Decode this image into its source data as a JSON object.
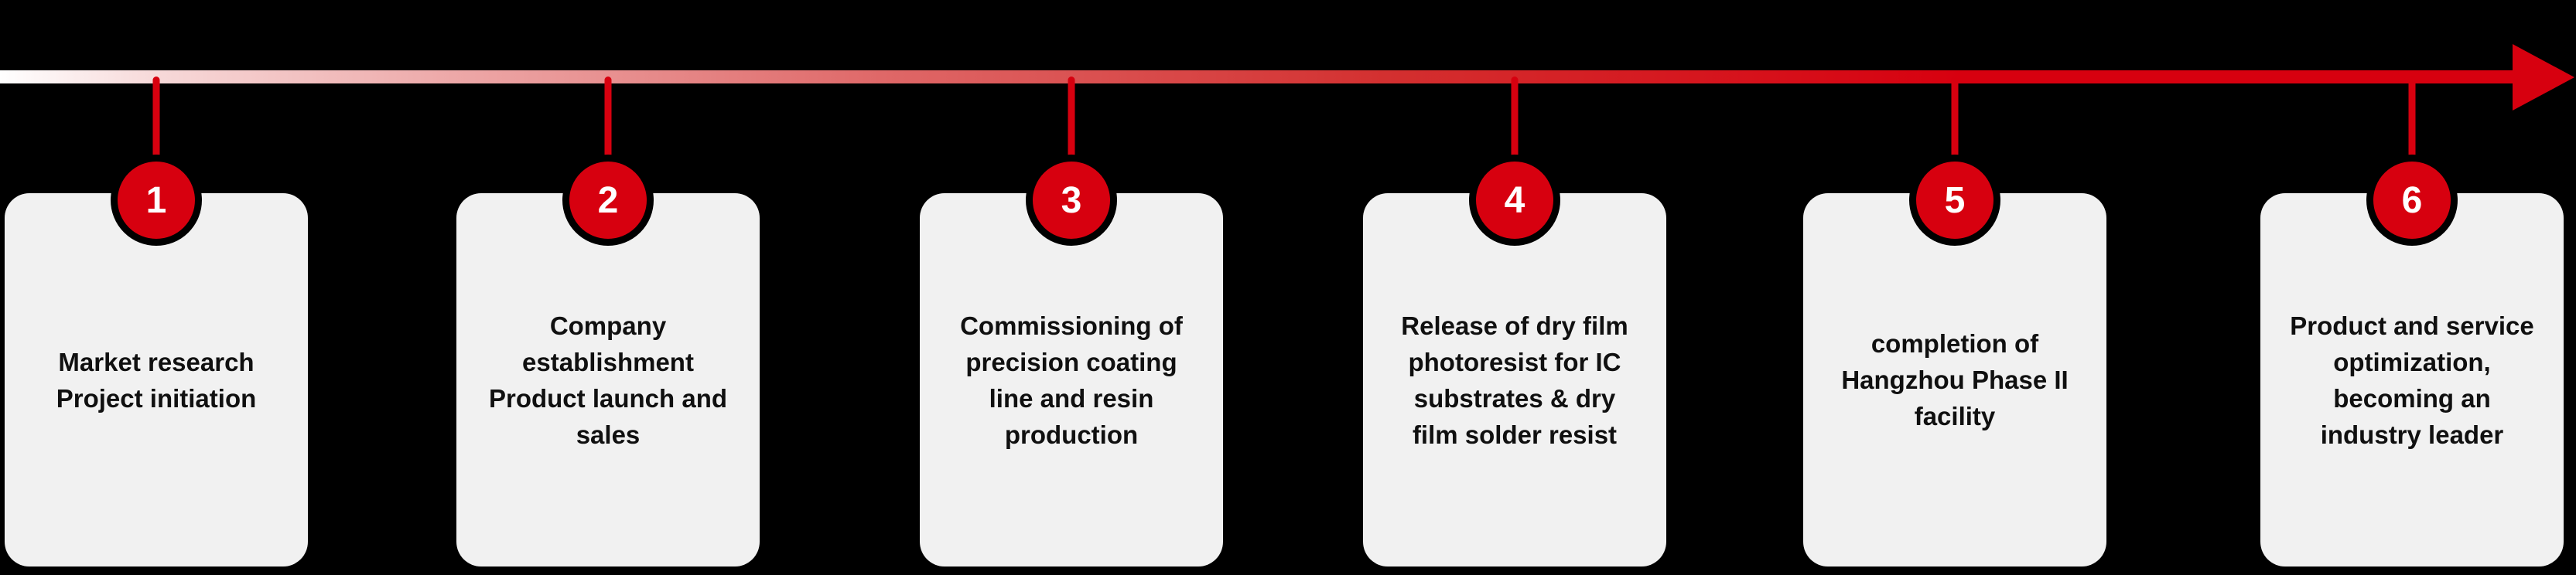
{
  "timeline": {
    "background_color": "#000000",
    "accent_color": "#d7000f",
    "card_color": "#f1f1f1",
    "arrow": {
      "direction": "right",
      "gradient_start_color": "#ffffff",
      "gradient_end_color": "#d7000f"
    },
    "milestones": [
      {
        "number": "1",
        "text": "Market research\nProject initiation"
      },
      {
        "number": "2",
        "text": "Company\nestablishment\nProduct launch and\nsales"
      },
      {
        "number": "3",
        "text": "Commissioning of\nprecision coating\nline and resin\nproduction"
      },
      {
        "number": "4",
        "text": "Release of dry film\nphotoresist for IC\nsubstrates & dry\nfilm solder resist"
      },
      {
        "number": "5",
        "text": "completion of\nHangzhou Phase II\nfacility"
      },
      {
        "number": "6",
        "text": "Product and service\noptimization,\nbecoming an\nindustry leader"
      }
    ]
  }
}
